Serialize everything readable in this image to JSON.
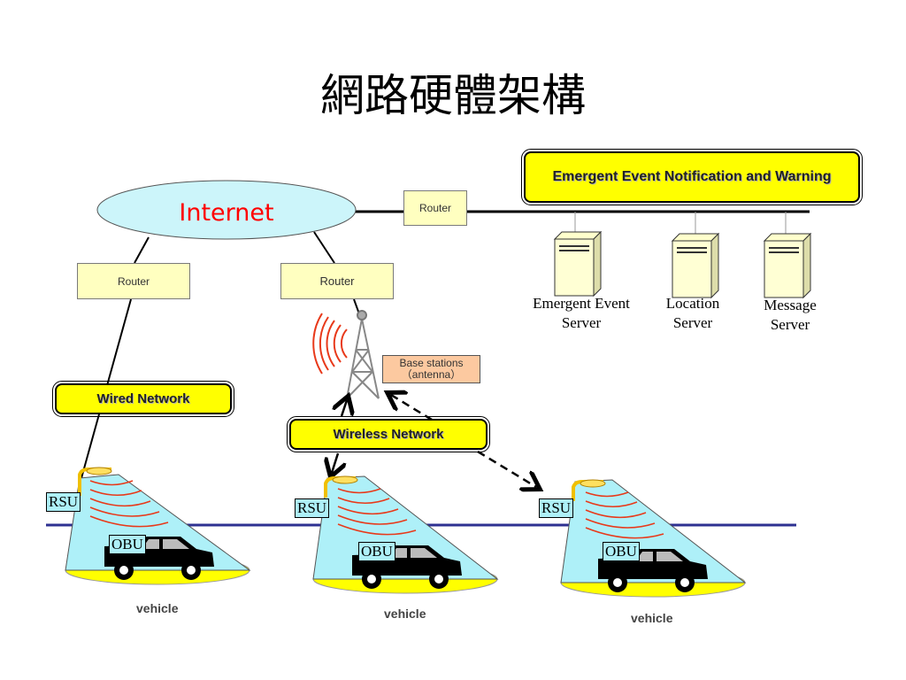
{
  "title": "網路硬體架構",
  "internet": {
    "label": "Internet",
    "color": "#ff0000",
    "fill": "#ccf5fa"
  },
  "routers": {
    "top": "Router",
    "left": "Router",
    "middle": "Router"
  },
  "emergent_box": "Emergent Event Notification and Warning",
  "servers": [
    {
      "line1": "Emergent Event",
      "line2": "Server"
    },
    {
      "line1": "Location",
      "line2": "Server"
    },
    {
      "line1": "Message",
      "line2": "Server"
    }
  ],
  "base_station": {
    "line1": "Base stations",
    "line2": "（antenna）",
    "fill": "#fcc9a0"
  },
  "wired_network": "Wired Network",
  "wireless_network": "Wireless Network",
  "rsu_label": "RSU",
  "obu_label": "OBU",
  "vehicle_label": "vehicle",
  "colors": {
    "cone": "#aef0f8",
    "road": "#2e3192",
    "signal": "#e8391a",
    "ellipse": "#ffff00"
  }
}
